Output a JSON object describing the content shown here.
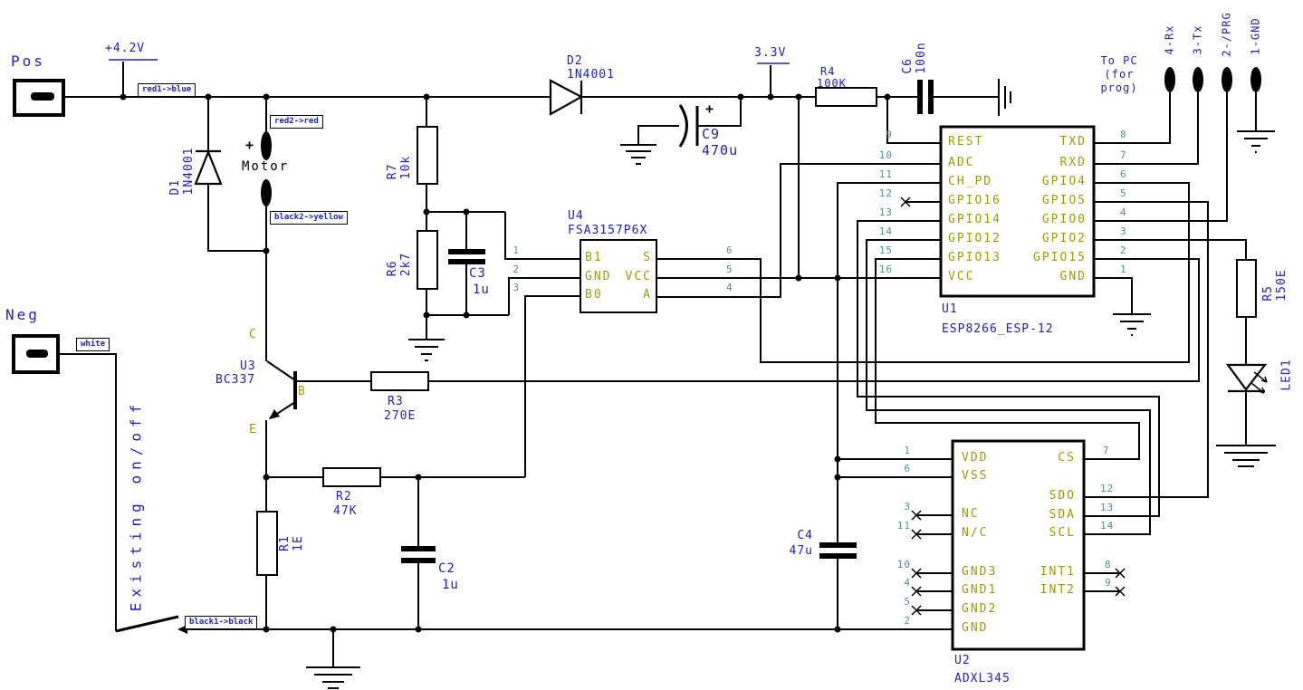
{
  "colors": {
    "wire": "#000000",
    "label_blue": "#2121c2",
    "pin_name_olive": "#9d9d00",
    "pin_number_teal": "#4e9494",
    "background": "#ffffff"
  },
  "power": {
    "battery_rail": "+4.2V",
    "logic_rail": "3.3V"
  },
  "connectors": {
    "positive": "Pos",
    "negative": "Neg"
  },
  "wire_tags": {
    "red1": "red1->blue",
    "red2": "red2->red",
    "black2": "black2->yellow",
    "white": "white",
    "black1": "black1->black"
  },
  "switch_label": "Existing on/off",
  "prog_header": {
    "line1": "To PC",
    "line2": "(for",
    "line3": "prog)",
    "pin4": "4-Rx",
    "pin3": "3-Tx",
    "pin2": "2-/PRG",
    "pin1": "1-GND"
  },
  "components": {
    "d1": {
      "ref": "D1",
      "value": "1N4001"
    },
    "d2": {
      "ref": "D2",
      "value": "1N4001"
    },
    "motor": {
      "plus": "+",
      "label": "Motor"
    },
    "r1": {
      "ref": "R1",
      "value": "1E"
    },
    "r2": {
      "ref": "R2",
      "value": "47K"
    },
    "r3": {
      "ref": "R3",
      "value": "270E"
    },
    "r4": {
      "ref": "R4",
      "value": "100K"
    },
    "r5": {
      "ref": "R5",
      "value": "150E"
    },
    "r6": {
      "ref": "R6",
      "value": "2k7"
    },
    "r7": {
      "ref": "R7",
      "value": "10k"
    },
    "c2": {
      "ref": "C2",
      "value": "1u"
    },
    "c3": {
      "ref": "C3",
      "value": "1u"
    },
    "c4": {
      "ref": "C4",
      "value": "47u"
    },
    "c6": {
      "ref": "C6",
      "value": "100n"
    },
    "c9": {
      "ref": "C9",
      "value": "470u",
      "plus": "+"
    },
    "u3": {
      "ref": "U3",
      "value": "BC337",
      "collector": "C",
      "base": "B",
      "emitter": "E"
    },
    "led1": {
      "ref": "LED1"
    }
  },
  "u1": {
    "ref": "U1",
    "part": "ESP8266_ESP-12",
    "left_pins": [
      {
        "num": "9",
        "name": "REST"
      },
      {
        "num": "10",
        "name": "ADC"
      },
      {
        "num": "11",
        "name": "CH_PD"
      },
      {
        "num": "12",
        "name": "GPIO16"
      },
      {
        "num": "13",
        "name": "GPIO14"
      },
      {
        "num": "14",
        "name": "GPIO12"
      },
      {
        "num": "15",
        "name": "GPIO13"
      },
      {
        "num": "16",
        "name": "VCC"
      }
    ],
    "right_pins": [
      {
        "num": "8",
        "name": "TXD"
      },
      {
        "num": "7",
        "name": "RXD"
      },
      {
        "num": "6",
        "name": "GPIO4"
      },
      {
        "num": "5",
        "name": "GPIO5"
      },
      {
        "num": "4",
        "name": "GPIO0"
      },
      {
        "num": "3",
        "name": "GPIO2"
      },
      {
        "num": "2",
        "name": "GPIO15"
      },
      {
        "num": "1",
        "name": "GND"
      }
    ]
  },
  "u2": {
    "ref": "U2",
    "part": "ADXL345",
    "left_pins": [
      {
        "num": "1",
        "name": "VDD"
      },
      {
        "num": "6",
        "name": "VSS"
      },
      {
        "num": "3",
        "name": "NC"
      },
      {
        "num": "11",
        "name": "N/C"
      },
      {
        "num": "10",
        "name": "GND3"
      },
      {
        "num": "4",
        "name": "GND1"
      },
      {
        "num": "5",
        "name": "GND2"
      },
      {
        "num": "2",
        "name": "GND"
      }
    ],
    "right_pins": [
      {
        "num": "7",
        "name": "CS"
      },
      {
        "num": "12",
        "name": "SDO"
      },
      {
        "num": "13",
        "name": "SDA"
      },
      {
        "num": "14",
        "name": "SCL"
      },
      {
        "num": "8",
        "name": "INT1"
      },
      {
        "num": "9",
        "name": "INT2"
      }
    ]
  },
  "u4": {
    "ref": "U4",
    "part": "FSA3157P6X",
    "left_pins": [
      {
        "num": "1",
        "name": "B1"
      },
      {
        "num": "2",
        "name": "GND"
      },
      {
        "num": "3",
        "name": "B0"
      }
    ],
    "right_pins": [
      {
        "num": "6",
        "name": "S"
      },
      {
        "num": "5",
        "name": "VCC"
      },
      {
        "num": "4",
        "name": "A"
      }
    ]
  }
}
